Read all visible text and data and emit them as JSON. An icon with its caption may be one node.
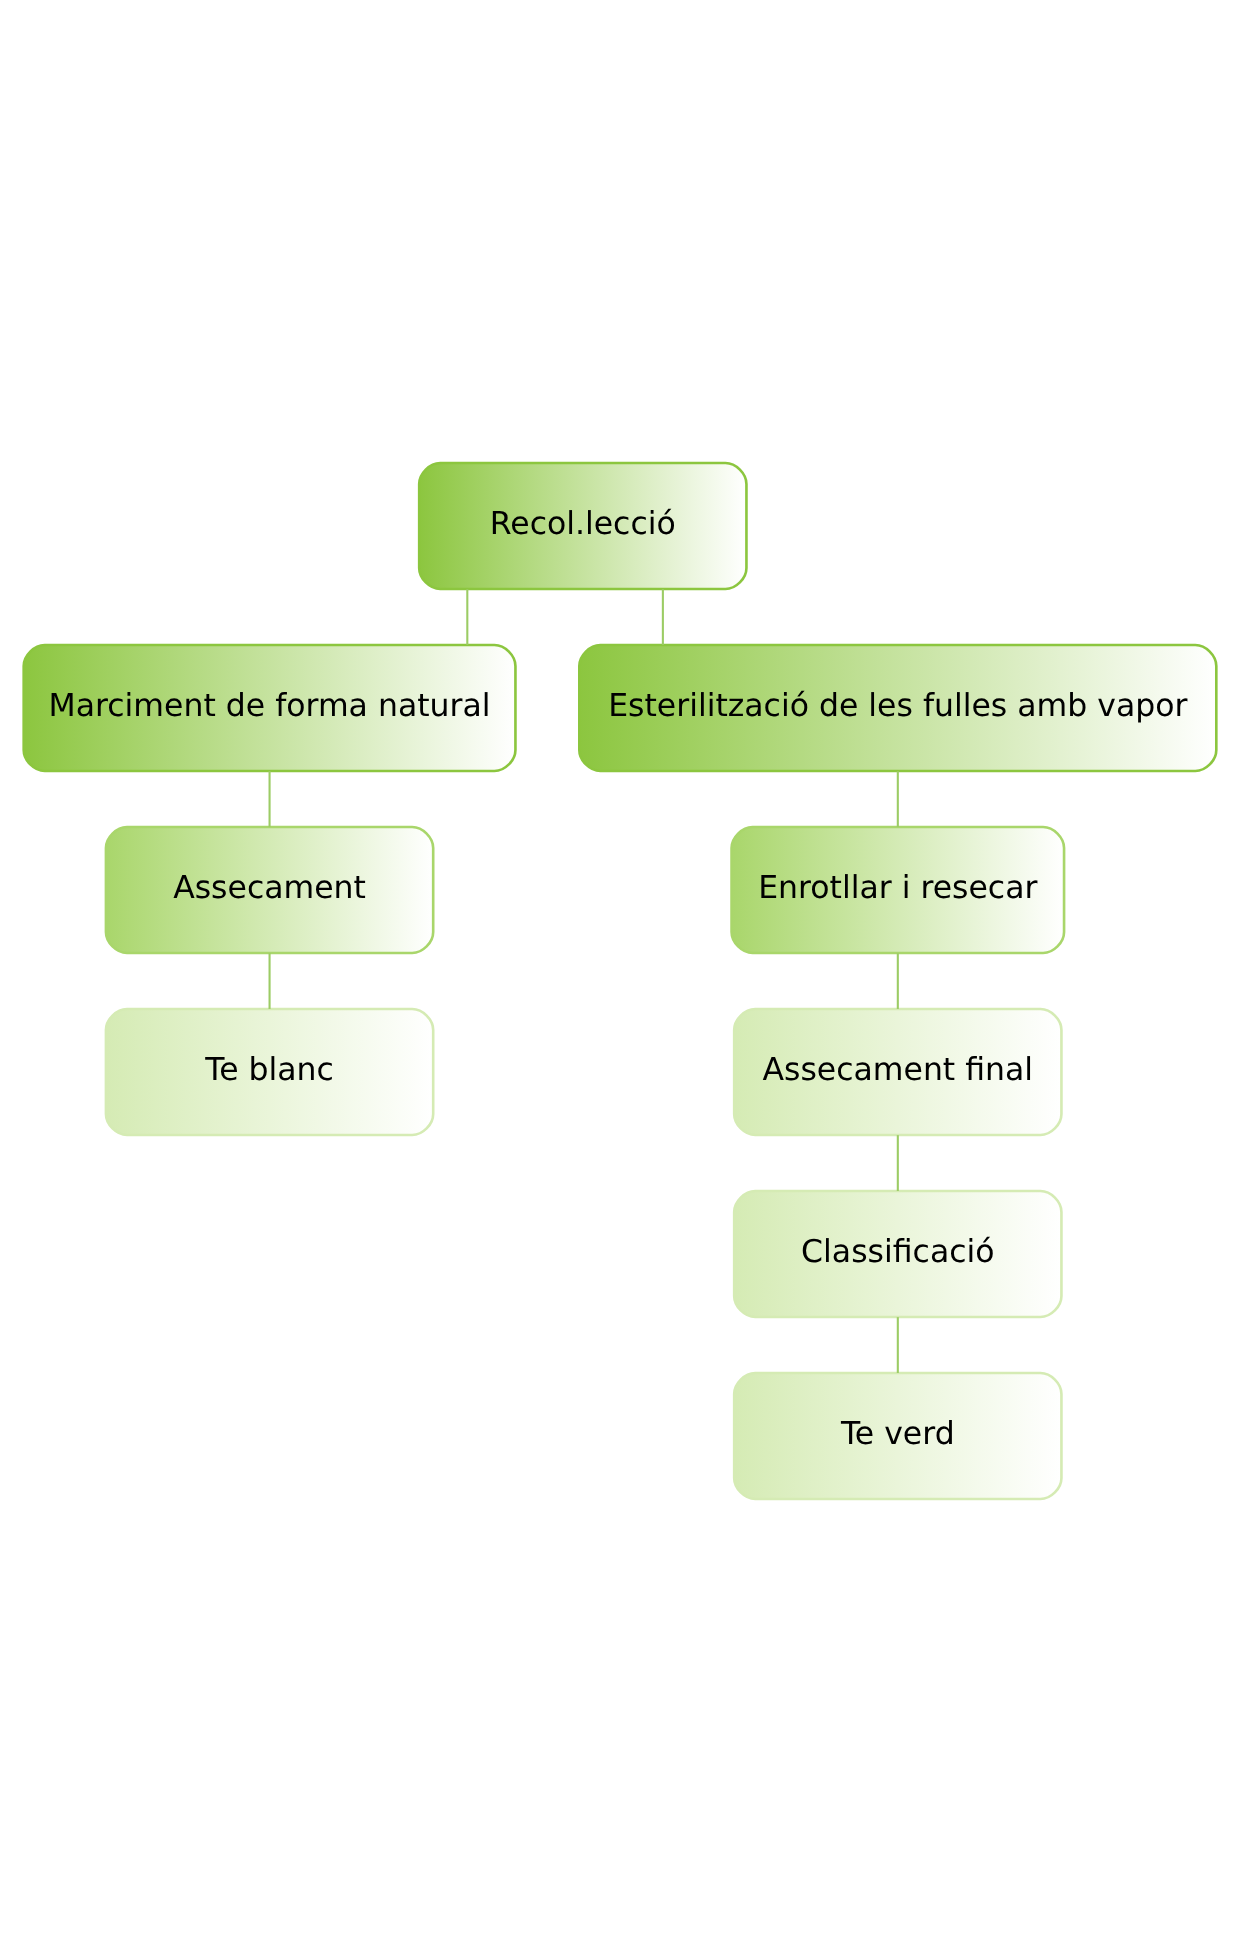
{
  "diagram": {
    "nodes": [
      {
        "text": [
          "Recol.lecció"
        ]
      },
      {
        "text": [
          "Marciment de forma natural"
        ]
      },
      {
        "text": [
          "Esterilització de les fulles amb vapor"
        ]
      },
      {
        "text": [
          "Assecament"
        ]
      },
      {
        "text": [
          "Enrotllar i resecar"
        ]
      },
      {
        "text": [
          "Te blanc"
        ]
      },
      {
        "text": [
          "Assecament final"
        ]
      },
      {
        "text": [
          "Classificació"
        ]
      },
      {
        "text": [
          "Te verd"
        ]
      }
    ],
    "edges": [
      {
        "from": 0,
        "to": 1,
        "arrow": "none"
      },
      {
        "from": 0,
        "to": 2,
        "arrow": "none"
      },
      {
        "from": 1,
        "to": 3,
        "arrow": "none"
      },
      {
        "from": 3,
        "to": 5,
        "arrow": "none"
      },
      {
        "from": 2,
        "to": 4,
        "arrow": "none"
      },
      {
        "from": 4,
        "to": 6,
        "arrow": "none"
      },
      {
        "from": 6,
        "to": 7,
        "arrow": "none"
      },
      {
        "from": 7,
        "to": 8,
        "arrow": "none"
      }
    ]
  }
}
